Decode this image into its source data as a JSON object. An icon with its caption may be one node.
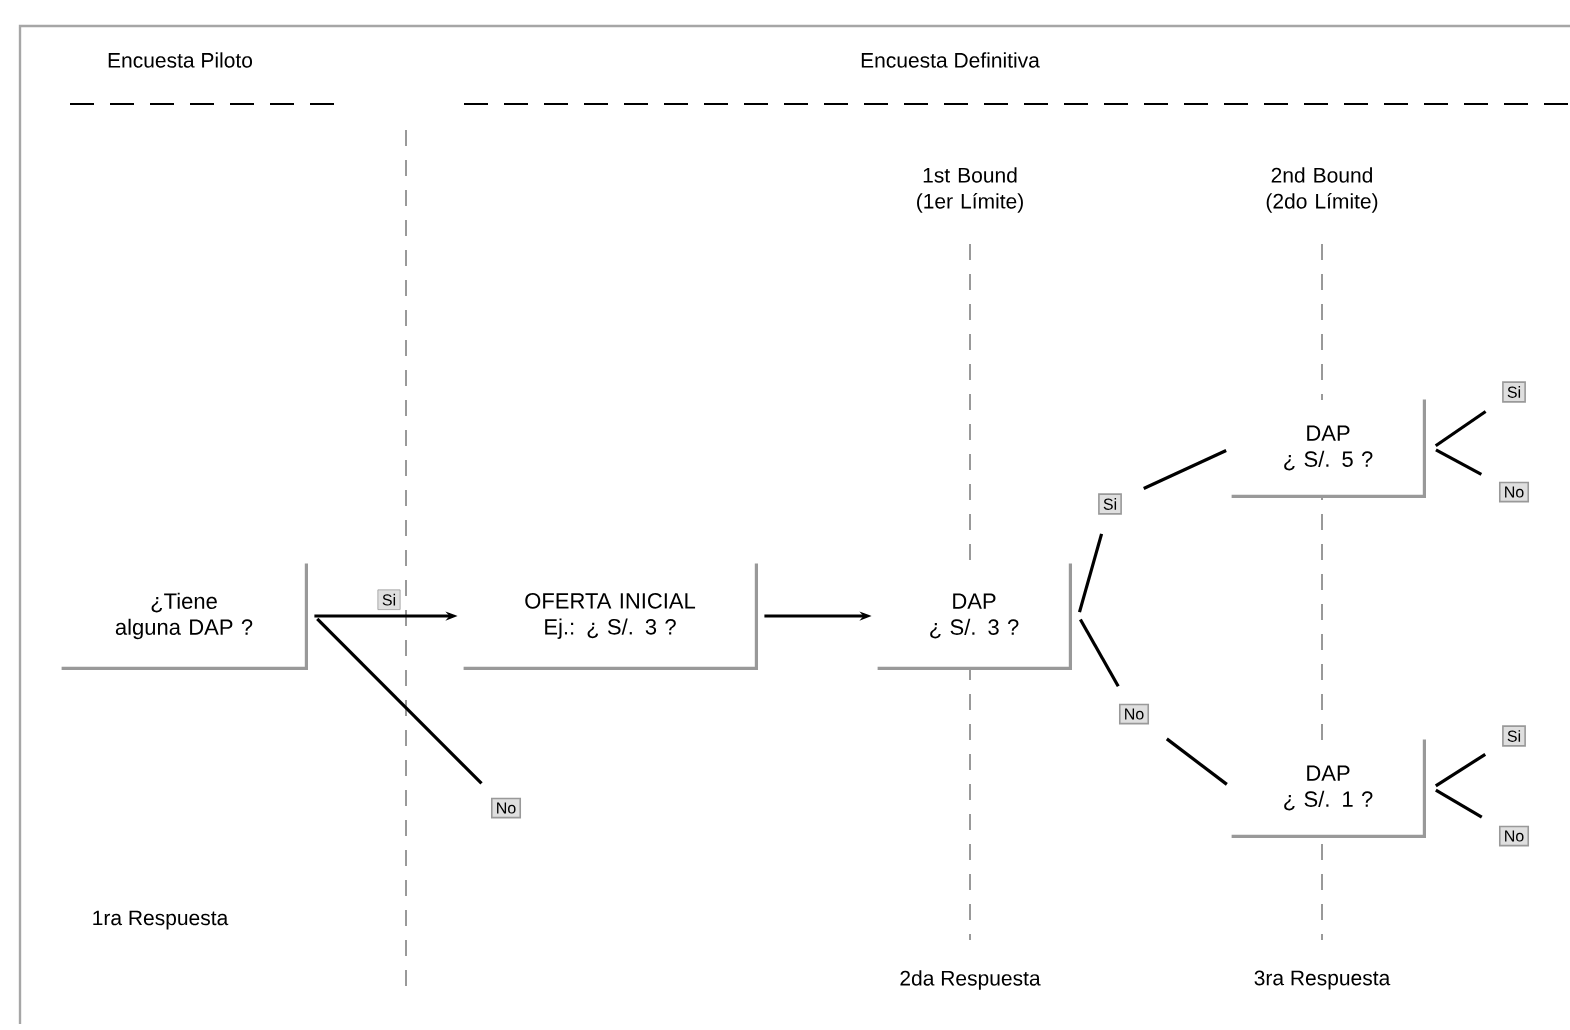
{
  "diagram": {
    "nodes": [
      {
        "text": [
          "¿Tiene alguna DAP ?"
        ]
      },
      {
        "text": [
          "No"
        ]
      },
      {
        "text": [
          "OFERTA INICIAL",
          "Ej.:  ¿ S/. 3 ?"
        ]
      },
      {
        "text": [
          "DAP",
          "¿ S/. 3 ?"
        ]
      },
      {
        "text": [
          "Si"
        ]
      },
      {
        "text": [
          "No"
        ]
      },
      {
        "text": [
          "DAP",
          "¿ S/. 5 ?"
        ]
      },
      {
        "text": [
          "DAP",
          "¿ S/. 1 ?"
        ]
      },
      {
        "text": [
          "Si"
        ]
      },
      {
        "text": [
          "No"
        ]
      },
      {
        "text": [
          "Si"
        ]
      },
      {
        "text": [
          "No"
        ]
      }
    ],
    "edges": [
      {
        "from": 0,
        "to": 2,
        "arrow": "to",
        "label": "Si"
      },
      {
        "from": 0,
        "to": 1,
        "arrow": "none"
      },
      {
        "from": 2,
        "to": 3,
        "arrow": "to"
      },
      {
        "from": 3,
        "to": 4,
        "arrow": "none"
      },
      {
        "from": 4,
        "to": 6,
        "arrow": "none"
      },
      {
        "from": 3,
        "to": 5,
        "arrow": "none"
      },
      {
        "from": 5,
        "to": 7,
        "arrow": "none"
      },
      {
        "from": 6,
        "to": 8,
        "arrow": "none"
      },
      {
        "from": 6,
        "to": 9,
        "arrow": "none"
      },
      {
        "from": 7,
        "to": 10,
        "arrow": "none"
      },
      {
        "from": 7,
        "to": 11,
        "arrow": "none"
      }
    ],
    "labels": [
      "Encuesta Piloto",
      "Encuesta Definitiva",
      "1st Bound (1er Límite)",
      "2nd Bound (2do Límite)",
      "1ra Respuesta",
      "2da Respuesta",
      "3ra Respuesta"
    ]
  }
}
